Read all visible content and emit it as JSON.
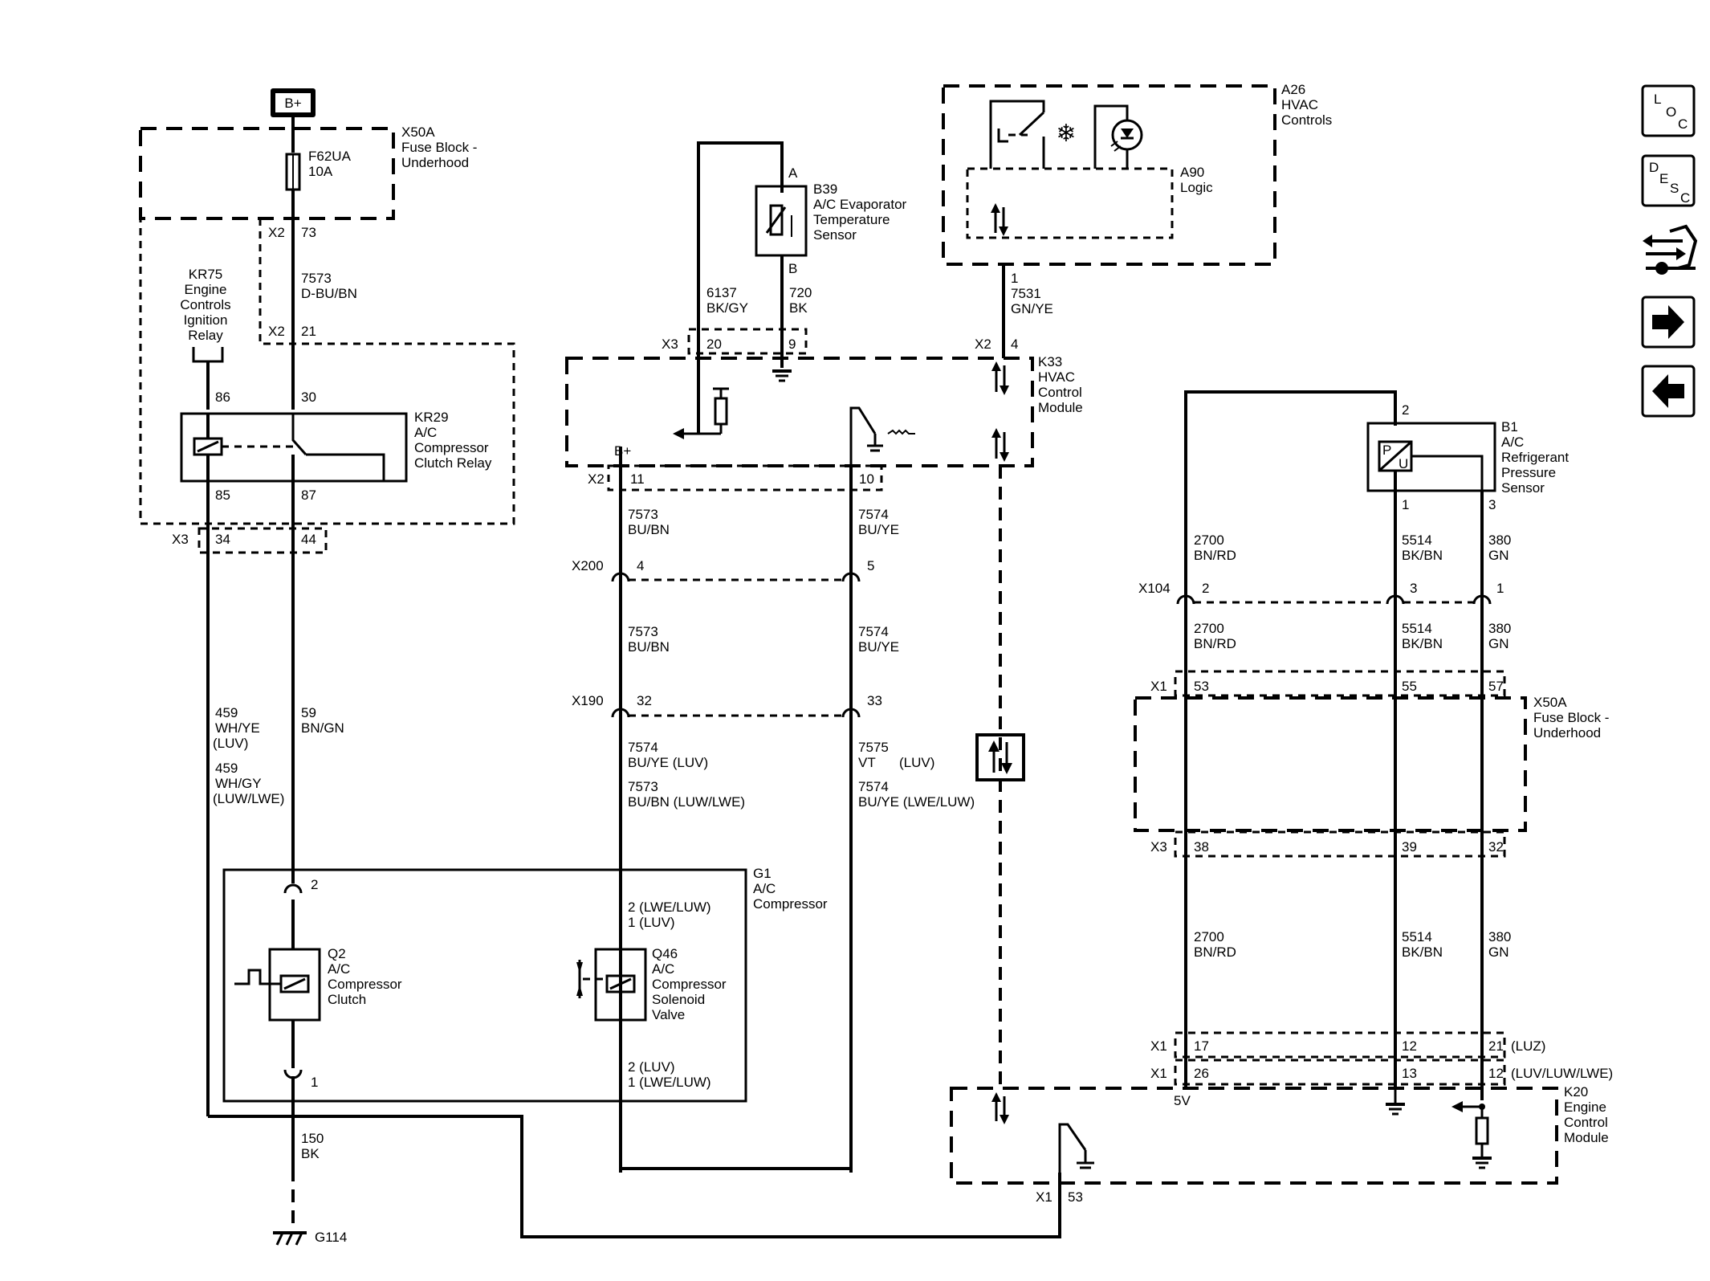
{
  "battery": "B+",
  "fuse_block": {
    "id": "X50A",
    "name_l1": "Fuse Block -",
    "name_l2": "Underhood"
  },
  "fuse": {
    "id": "F62UA",
    "rating": "10A"
  },
  "connectors": {
    "x1": "X1",
    "x2": "X2",
    "x3": "X3",
    "x104": "X104",
    "x200": "X200",
    "x190": "X190"
  },
  "pins": {
    "p73": "73",
    "p21": "21",
    "p86": "86",
    "p30": "30",
    "p85": "85",
    "p87": "87",
    "p34": "34",
    "p44": "44",
    "p20": "20",
    "p9": "9",
    "p4": "4",
    "p11": "11",
    "p10": "10",
    "p5": "5",
    "p32": "32",
    "p33": "33",
    "p2": "2",
    "p1": "1",
    "p3": "3",
    "p53": "53",
    "p55": "55",
    "p57": "57",
    "p38": "38",
    "p39": "39",
    "p17": "17",
    "p12": "12",
    "p21b": "21",
    "p26": "26",
    "p13": "13",
    "pA": "A",
    "pB": "B"
  },
  "wires": {
    "w7573_dbu": "7573",
    "w7573_dbu_c": "D-BU/BN",
    "w6137": "6137",
    "w6137_c": "BK/GY",
    "w720": "720",
    "w720_c": "BK",
    "w7531": "7531",
    "w7531_c": "GN/YE",
    "w7573": "7573",
    "w7573_c": "BU/BN",
    "w7574": "7574",
    "w7574_c": "BU/YE",
    "w7574_luv": "BU/YE (LUV)",
    "w7573_luw": "BU/BN (LUW/LWE)",
    "w7575": "7575",
    "w7575_c": "VT",
    "w7575_luv": "(LUV)",
    "w7574_lwe": "BU/YE (LWE/LUW)",
    "w459a": "459",
    "w459a_c": "WH/YE",
    "w459a_v": "(LUV)",
    "w459b": "459",
    "w459b_c": "WH/GY",
    "w459b_v": "(LUW/LWE)",
    "w59": "59",
    "w59_c": "BN/GN",
    "w150": "150",
    "w150_c": "BK",
    "w2700": "2700",
    "w2700_c": "BN/RD",
    "w5514": "5514",
    "w5514_c": "BK/BN",
    "w380": "380",
    "w380_c": "GN"
  },
  "components": {
    "kr75": [
      "KR75",
      "Engine",
      "Controls",
      "Ignition",
      "Relay"
    ],
    "kr29": [
      "KR29",
      "A/C",
      "Compressor",
      "Clutch Relay"
    ],
    "b39": [
      "B39",
      "A/C Evaporator",
      "Temperature",
      "Sensor"
    ],
    "a26": [
      "A26",
      "HVAC",
      "Controls"
    ],
    "a90": [
      "A90",
      "Logic"
    ],
    "k33": [
      "K33",
      "HVAC",
      "Control",
      "Module"
    ],
    "b1": [
      "B1",
      "A/C",
      "Refrigerant",
      "Pressure",
      "Sensor"
    ],
    "g1": [
      "G1",
      "A/C",
      "Compressor"
    ],
    "q2": [
      "Q2",
      "A/C",
      "Compressor",
      "Clutch"
    ],
    "q46": [
      "Q46",
      "A/C",
      "Compressor",
      "Solenoid",
      "Valve"
    ],
    "k20": [
      "K20",
      "Engine",
      "Control",
      "Module"
    ],
    "x50a2": [
      "X50A",
      "Fuse Block -",
      "Underhood"
    ]
  },
  "labels": {
    "bplus": "B+",
    "g114": "G114",
    "v5": "5V",
    "luz": "(LUZ)",
    "luvluwlwe": "(LUV/LUW/LWE)",
    "q46_top1": "2 (LWE/LUW)",
    "q46_top2": "1 (LUV)",
    "q46_bot1": "2 (LUV)",
    "q46_bot2": "1 (LWE/LUW)",
    "sensor_p": "P",
    "sensor_u": "U"
  },
  "nav": {
    "loc": [
      "L",
      "O",
      "C"
    ],
    "desc": [
      "D",
      "E",
      "S",
      "C"
    ],
    "icons": [
      "connector-end-view-icon",
      "next-page-icon",
      "previous-page-icon"
    ]
  }
}
